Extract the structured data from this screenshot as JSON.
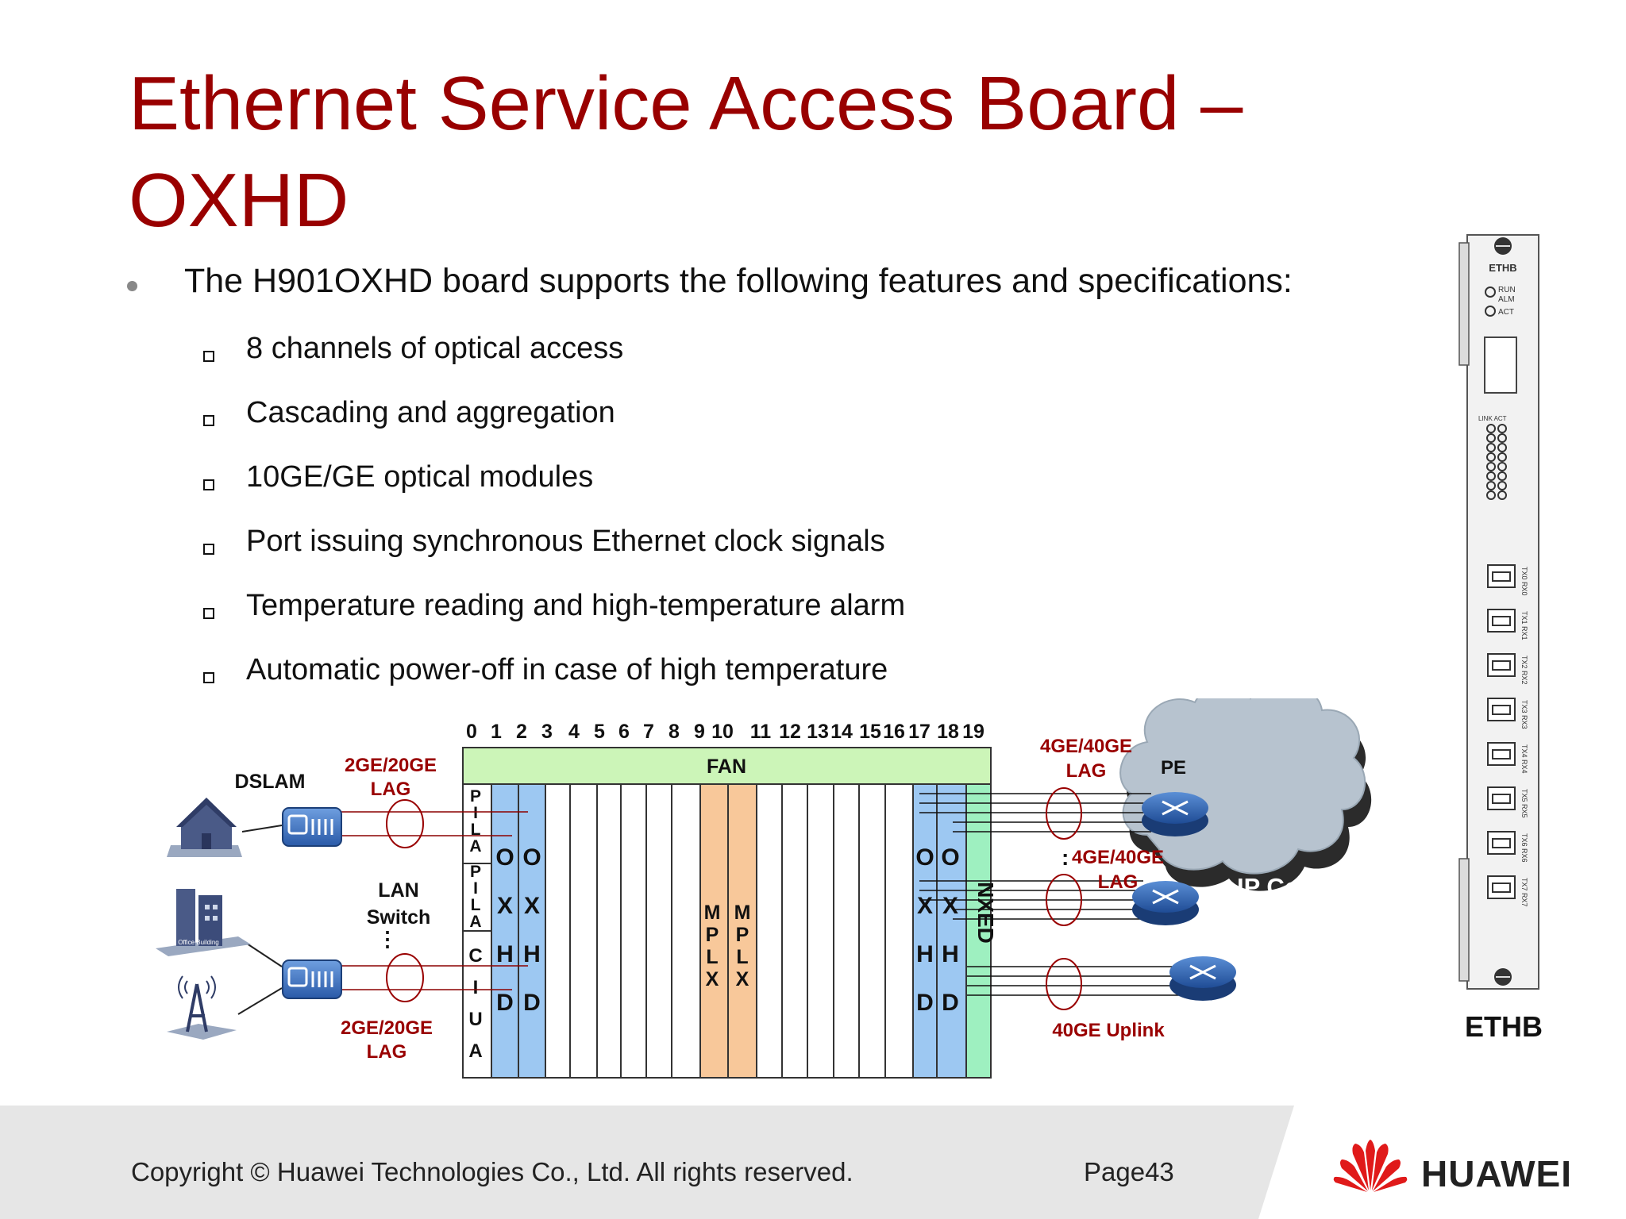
{
  "slide": {
    "title_line1": "Ethernet Service Access Board –",
    "title_line2": "OXHD",
    "lead": "The H901OXHD board supports the following features and specifications:",
    "features": [
      "8 channels of optical access",
      "Cascading and aggregation",
      "10GE/GE optical modules",
      "Port issuing synchronous Ethernet clock signals",
      "Temperature reading and high-temperature alarm",
      "Automatic power-off in case of high temperature"
    ]
  },
  "diagram": {
    "slot_numbers": [
      "0",
      "1",
      "2",
      "3",
      "4",
      "5",
      "6",
      "7",
      "8",
      "9",
      "10",
      "11",
      "12",
      "13",
      "14",
      "15",
      "16",
      "17",
      "18",
      "19"
    ],
    "fan": "FAN",
    "pila": "PILA",
    "ciua": "CIUA",
    "oxhd": "OXHD",
    "mplx": "MPLX",
    "nxed": "NXED",
    "dslam": "DSLAM",
    "lan_switch": "LAN Switch",
    "office_building": "Office Building",
    "lag_top": "2GE/20GE LAG",
    "lag_bottom": "2GE/20GE LAG",
    "lag_right_top": "4GE/40GE LAG",
    "lag_right_mid": "4GE/40GE LAG",
    "pe": "PE",
    "ip_core": "IP Core",
    "uplink": "40GE Uplink",
    "board_name": "ETHB",
    "board_top_label": "ETHB",
    "board_leds": [
      "RUN",
      "ALM",
      "ACT"
    ],
    "board_link_header": "LINK ACT",
    "port_labels": [
      "TX0 RX0",
      "TX1 RX1",
      "TX2 RX2",
      "TX3 RX3",
      "TX4 RX4",
      "TX5 RX5",
      "TX6 RX6",
      "TX7 RX7"
    ]
  },
  "footer": {
    "copyright": "Copyright © Huawei Technologies Co., Ltd. All rights reserved.",
    "page": "Page43",
    "brand": "HUAWEI"
  },
  "colors": {
    "title": "#990000",
    "fan": "#ccf5b8",
    "oxhd": "#9dc8f2",
    "mplx": "#f8c89a",
    "nxed": "#9ef0c0",
    "lag_text": "#990000",
    "cloud": "#b7c3cf",
    "router": "#2f64b5",
    "logo": "#e01a1a"
  }
}
